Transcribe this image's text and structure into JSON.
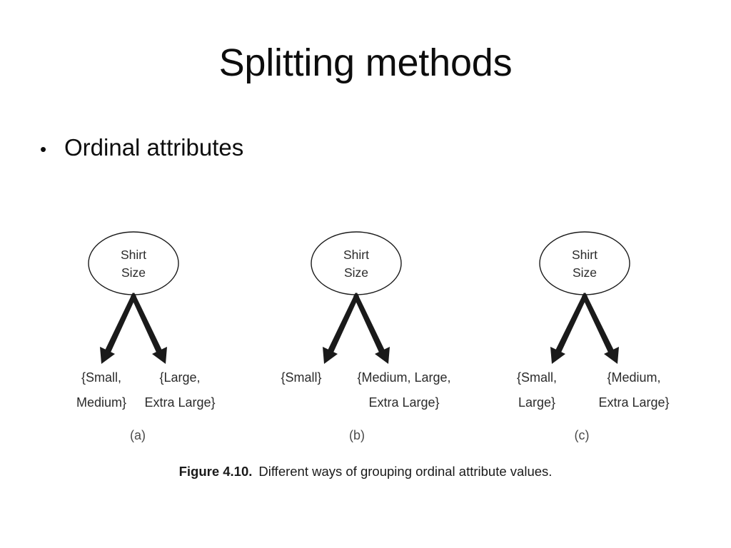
{
  "slide": {
    "title": "Splitting methods",
    "bullets": [
      {
        "marker": "•",
        "text": "Ordinal attributes"
      }
    ]
  },
  "figure": {
    "caption_label": "Figure 4.10.",
    "caption_text": "Different ways of grouping ordinal attribute values.",
    "node_label_line1": "Shirt",
    "node_label_line2": "Size",
    "trees": [
      {
        "id": "a",
        "subcaption": "(a)",
        "root": "Shirt Size",
        "leaves": [
          {
            "lines": [
              "{Small,",
              "Medium}"
            ]
          },
          {
            "lines": [
              "{Large,",
              "Extra Large}"
            ]
          }
        ]
      },
      {
        "id": "b",
        "subcaption": "(b)",
        "root": "Shirt Size",
        "leaves": [
          {
            "lines": [
              "{Small}",
              ""
            ]
          },
          {
            "lines": [
              "{Medium, Large,",
              "Extra Large}"
            ]
          }
        ]
      },
      {
        "id": "c",
        "subcaption": "(c)",
        "root": "Shirt Size",
        "leaves": [
          {
            "lines": [
              "{Small,",
              "Large}"
            ]
          },
          {
            "lines": [
              "{Medium,",
              "Extra Large}"
            ]
          }
        ]
      }
    ]
  },
  "colors": {
    "background": "#ffffff",
    "text": "#0d0d0d",
    "figure_text": "#2b2b2b",
    "stroke": "#1a1a1a"
  }
}
